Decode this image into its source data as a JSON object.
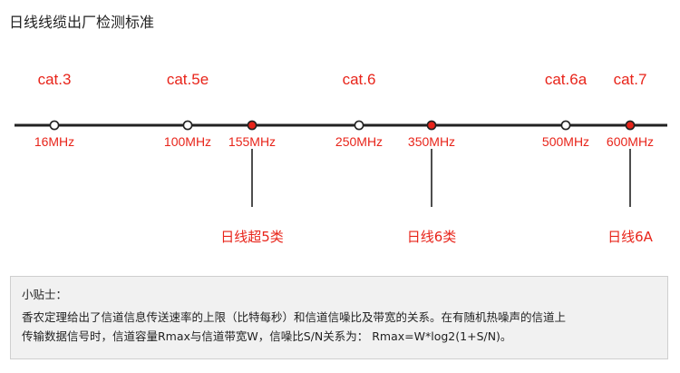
{
  "page": {
    "title": "日线线缆出厂检测标准"
  },
  "colors": {
    "line": "#222222",
    "label_red": "#e8241a",
    "marker_red": "#e8241a",
    "marker_white": "#ffffff",
    "tip_bg": "#f1f1f1"
  },
  "chart_data": {
    "type": "diagram",
    "axis": "frequency (MHz)",
    "points": [
      {
        "freq": "16MHz",
        "category": "cat.3",
        "marker": "hollow"
      },
      {
        "freq": "100MHz",
        "category": "cat.5e",
        "marker": "hollow"
      },
      {
        "freq": "155MHz",
        "category": "",
        "marker": "filled",
        "product": "日线超5类"
      },
      {
        "freq": "250MHz",
        "category": "cat.6",
        "marker": "hollow"
      },
      {
        "freq": "350MHz",
        "category": "",
        "marker": "filled",
        "product": "日线6类"
      },
      {
        "freq": "500MHz",
        "category": "cat.6a",
        "marker": "hollow"
      },
      {
        "freq": "600MHz",
        "category": "cat.7",
        "marker": "filled",
        "product": "日线6A"
      }
    ]
  },
  "tip": {
    "title": "小贴士：",
    "lines": [
      "香农定理给出了信道信息传送速率的上限（比特每秒）和信道信噪比及带宽的关系。在有随机热噪声的信道上",
      "传输数据信号时，信道容量Rmax与信道带宽W，信噪比S/N关系为： Rmax=W*log2(1+S/N)。"
    ]
  }
}
